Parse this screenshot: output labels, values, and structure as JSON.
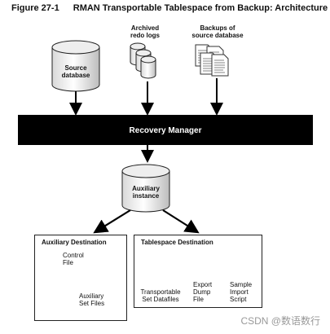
{
  "caption": {
    "figure_number": "Figure 27-1",
    "title": "RMAN Transportable Tablespace from Backup: Architecture"
  },
  "sources": {
    "source_database": "Source\ndatabase",
    "archived_redo_logs": "Archived\nredo logs",
    "backups": "Backups of\nsource database"
  },
  "recovery_manager": "Recovery Manager",
  "auxiliary_instance": "Auxiliary\ninstance",
  "auxiliary_destination": {
    "title": "Auxiliary Destination",
    "control_file": "Control\nFile",
    "aux_set_files": "Auxiliary\nSet Files"
  },
  "tablespace_destination": {
    "title": "Tablespace Destination",
    "transportable_set": "Transportable\nSet Datafiles",
    "export_dump": "Export\nDump\nFile",
    "import_script": "Sample\nImport\nScript"
  },
  "watermark": "CSDN @数语数行"
}
